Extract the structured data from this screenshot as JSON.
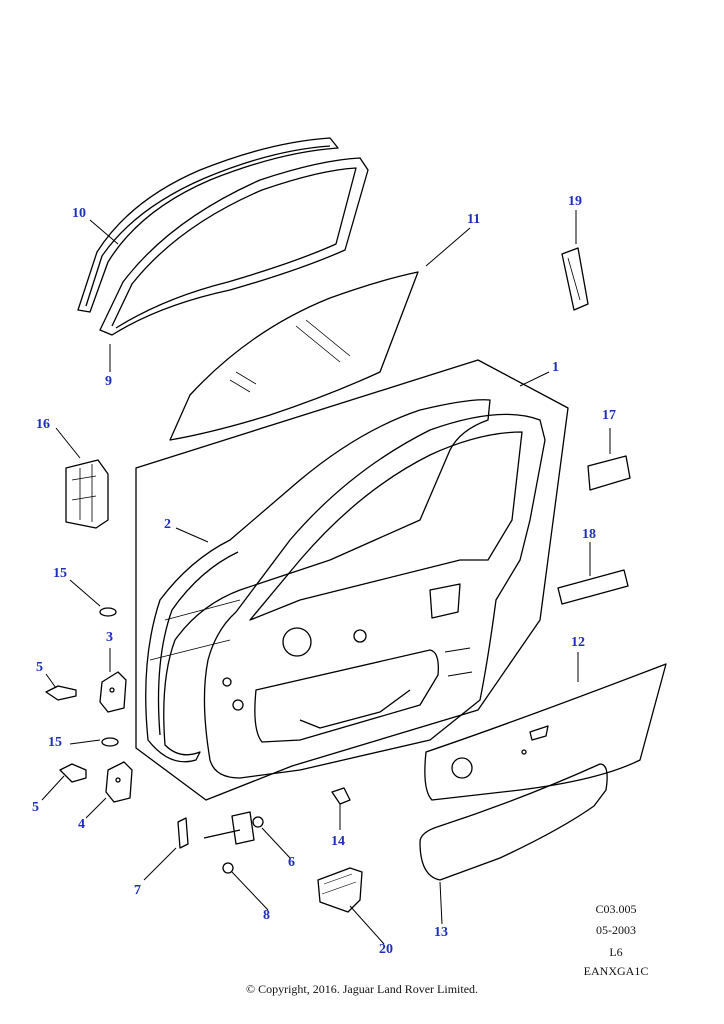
{
  "callouts": {
    "c1": "1",
    "c2": "2",
    "c3": "3",
    "c4": "4",
    "c5a": "5",
    "c5b": "5",
    "c6": "6",
    "c7": "7",
    "c8": "8",
    "c9": "9",
    "c10": "10",
    "c11": "11",
    "c12": "12",
    "c13": "13",
    "c14": "14",
    "c15a": "15",
    "c15b": "15",
    "c16": "16",
    "c17": "17",
    "c18": "18",
    "c19": "19",
    "c20": "20"
  },
  "reference": {
    "code": "C03.005",
    "date": "05-2003",
    "level": "L6",
    "id": "EANXGA1C"
  },
  "copyright": "© Copyright, 2016. Jaguar Land Rover Limited.",
  "colors": {
    "callout": "#1d2fb8",
    "line": "#000000"
  }
}
